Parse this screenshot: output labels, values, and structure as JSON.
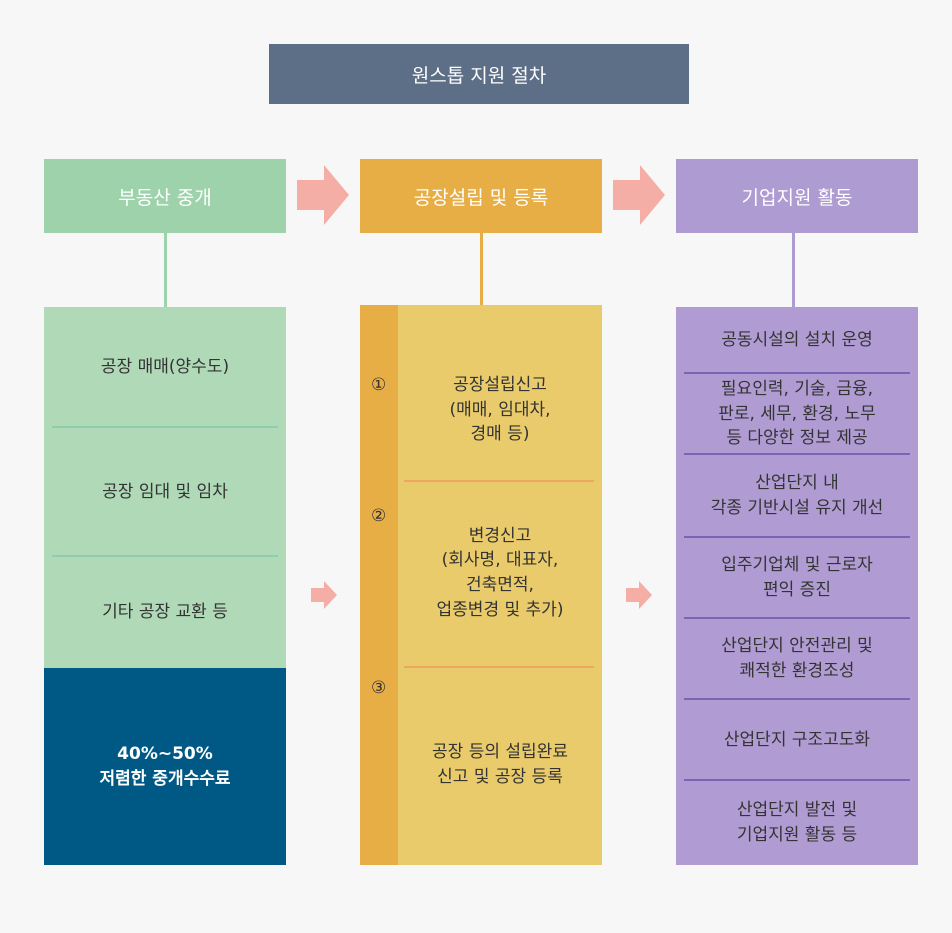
{
  "title": "원스톱 지원 절차",
  "columns": [
    {
      "heading": "부동산 중개",
      "items": [
        "공장 매매(양수도)",
        "공장 임대 및 임차",
        "기타 공장 교환 등"
      ],
      "highlight": "40%~50%\n저렴한 중개수수료"
    },
    {
      "heading": "공장설립 및 등록",
      "steps": [
        {
          "marker": "①",
          "text": "공장설립신고\n(매매, 임대차,\n경매 등)"
        },
        {
          "marker": "②",
          "text": "변경신고\n(회사명, 대표자,\n건축면적,\n업종변경 및 추가)"
        },
        {
          "marker": "③",
          "text": "공장 등의 설립완료\n신고  및 공장 등록"
        }
      ]
    },
    {
      "heading": "기업지원 활동",
      "items": [
        "공동시설의 설치 운영",
        "필요인력, 기술, 금융,\n판로, 세무, 환경, 노무\n등 다양한 정보 제공",
        "산업단지 내\n각종 기반시설 유지 개선",
        "입주기업체 및 근로자\n편익 증진",
        "산업단지 안전관리 및\n쾌적한 환경조성",
        "산업단지 구조고도화",
        "산업단지 발전 및\n기업지원 활동 등"
      ]
    }
  ],
  "colors": {
    "title_bg": "#5d6f87",
    "green": "#9dd2ab",
    "orange": "#e7ae45",
    "purple": "#ae9bd1",
    "navy": "#005985",
    "arrow": "#f5aea6"
  }
}
